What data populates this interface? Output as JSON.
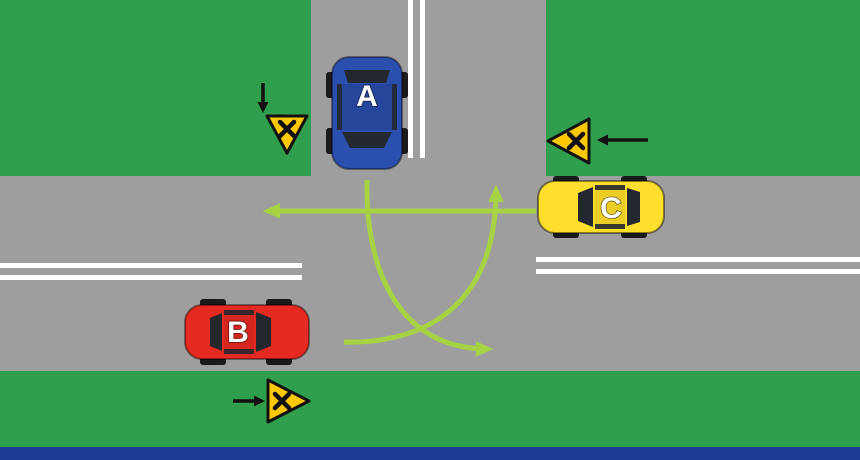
{
  "scene": {
    "name": "uncontrolled-crossroad-right-of-way-diagram",
    "colors": {
      "grass": "#2f9e4d",
      "road": "#9e9e9e",
      "lane_line": "#ffffff",
      "path_arrow": "#a6d244",
      "sign_face": "#ffc800",
      "sign_outline": "#111111",
      "bottom_strip": "#1d3a92",
      "glass": "#23272e",
      "wheel": "#1a1a1a"
    },
    "cars": [
      {
        "label": "A",
        "color": "#2b4fae",
        "heading": "south",
        "approach": "top"
      },
      {
        "label": "B",
        "color": "#e62a21",
        "heading": "east",
        "approach": "left"
      },
      {
        "label": "C",
        "color": "#ffdf2b",
        "heading": "west",
        "approach": "right"
      }
    ],
    "signs": [
      {
        "name": "crossroad-warning-sign-top",
        "shape": "triangle-down",
        "symbol": "x",
        "direction_arrow": "down"
      },
      {
        "name": "crossroad-warning-sign-right",
        "shape": "triangle-left",
        "symbol": "x",
        "direction_arrow": "left"
      },
      {
        "name": "crossroad-warning-sign-bottom",
        "shape": "triangle-right",
        "symbol": "x",
        "direction_arrow": "right"
      }
    ],
    "maneuvers": [
      {
        "car": "A",
        "path": "left-turn-to-east"
      },
      {
        "car": "B",
        "path": "left-turn-to-north"
      },
      {
        "car": "C",
        "path": "straight-west"
      }
    ]
  }
}
